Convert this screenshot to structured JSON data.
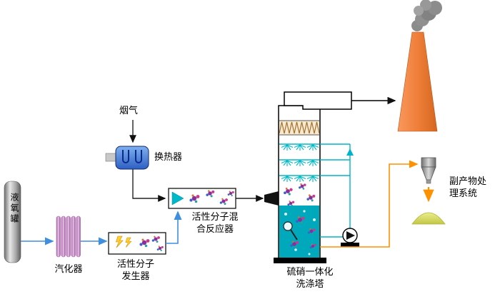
{
  "diagram": {
    "type": "process-flow",
    "labels": {
      "tank": "液氧罐",
      "vaporizer": "汽化器",
      "flue_gas": "烟气",
      "heat_exchanger": "换热器",
      "generator": {
        "line1": "活性分子",
        "line2": "发生器"
      },
      "reactor": {
        "line1": "活性分子混",
        "line2": "合反应器"
      },
      "tower": {
        "line1": "硫硝一体化",
        "line2": "洗涤塔"
      },
      "byproduct": {
        "line1": "副产物处",
        "line2": "理系统"
      }
    },
    "colors": {
      "background": "#ffffff",
      "pipe_oxygen_blue": "#3f8fde",
      "pipe_flue_black": "#111111",
      "pipe_circulation_cyan": "#00b4c8",
      "pipe_byproduct_orange": "#ff9100",
      "chimney_orange": "#ef7f3a",
      "smoke_gray": "#8c8c8c",
      "tower_liquid_teal": "#00a8bc",
      "spray_cyan": "#00b8c8",
      "heat_exchanger_blue": "#2d5fc4",
      "vaporizer_pink": "#c27ec2",
      "tank_gray": "#a8a8a8",
      "byproduct_pile_yellow": "#d4d85c",
      "lightning_yellow": "#ffd22a",
      "molecule_purple": "#8a2e9e",
      "molecule_magenta": "#c93a8e",
      "molecule_blue": "#3a62c9"
    },
    "icons": [
      "tank-icon",
      "vaporizer-icon",
      "lightning-icon",
      "molecule-icon",
      "heat-exchanger-icon",
      "nozzle-icon",
      "spray-icon",
      "demister-icon",
      "pump-icon",
      "chimney-icon",
      "smoke-icon",
      "hopper-icon",
      "pile-icon",
      "probe-icon"
    ]
  }
}
